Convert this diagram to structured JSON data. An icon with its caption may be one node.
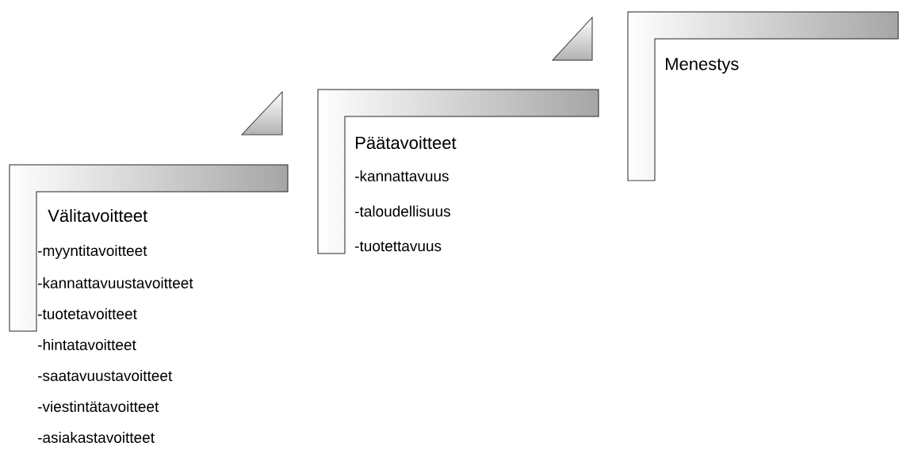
{
  "diagram": {
    "nodes": [
      {
        "text": [
          "Välitavoitteet",
          "-myyntitavoitteet",
          "-kannattavuustavoitteet",
          "-tuotetavoitteet",
          "-hintatavoitteet",
          "-saatavuustavoitteet",
          "-viestintätavoitteet",
          "-asiakastavoitteet"
        ]
      },
      {
        "text": [
          "Päätavoitteet",
          "-kannattavuus",
          "-taloudellisuus",
          "-tuotettavuus"
        ]
      },
      {
        "text": [
          "Menestys"
        ]
      }
    ]
  }
}
